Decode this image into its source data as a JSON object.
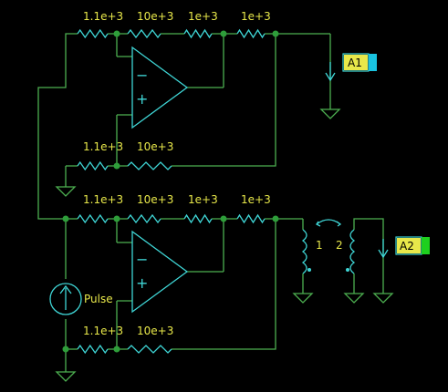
{
  "resistors": {
    "top_row": [
      "1.1e+3",
      "10e+3",
      "1e+3",
      "1e+3"
    ],
    "upper_bottom": [
      "1.1e+3",
      "10e+3"
    ],
    "lower_row": [
      "1.1e+3",
      "10e+3",
      "1e+3",
      "1e+3"
    ],
    "lower_bottom": [
      "1.1e+3",
      "10e+3"
    ]
  },
  "source": {
    "label": "Pulse"
  },
  "transformer": {
    "winding_1": "1",
    "winding_2": "2"
  },
  "probes": [
    {
      "label": "A1",
      "color": "#19c3e0"
    },
    {
      "label": "A2",
      "color": "#1ed01e"
    }
  ],
  "opamp": {
    "minus": "−",
    "plus": "+"
  }
}
